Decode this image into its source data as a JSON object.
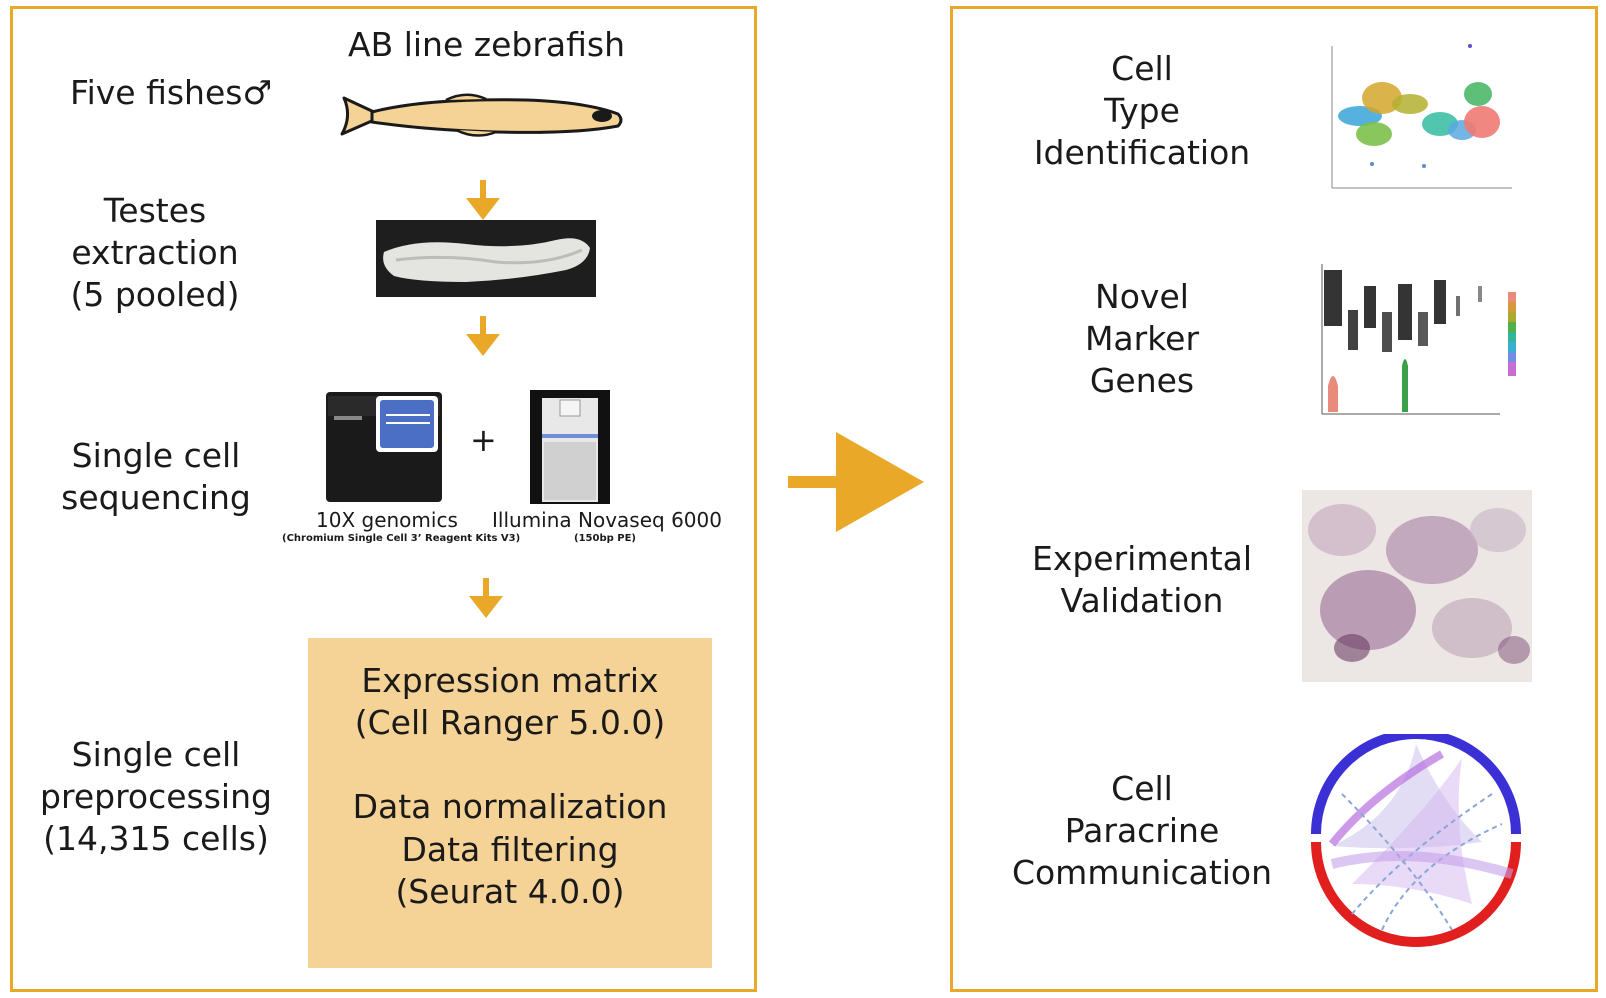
{
  "left": {
    "fish_label": "Five fishes♂",
    "fish_title": "AB line zebrafish",
    "testes_label": [
      "Testes",
      "extraction",
      "(5 pooled)"
    ],
    "sequencing_label": [
      "Single cell",
      "sequencing"
    ],
    "plus": "+",
    "instrument_1": {
      "name": "10X genomics",
      "detail": "(Chromium Single Cell 3’ Reagent Kits V3)"
    },
    "instrument_2": {
      "name": "Illumina Novaseq 6000",
      "detail": "(150bp PE)"
    },
    "preprocessing_label": [
      "Single cell",
      "preprocessing",
      "(14,315 cells)"
    ],
    "box_lines": [
      "Expression matrix",
      "(Cell Ranger 5.0.0)",
      "",
      "Data normalization",
      "Data filtering",
      "(Seurat 4.0.0)"
    ]
  },
  "right": {
    "step_1": [
      "Cell",
      "Type",
      "Identification"
    ],
    "step_2": [
      "Novel",
      "Marker",
      "Genes"
    ],
    "step_3": [
      "Experimental",
      "Validation"
    ],
    "step_4": [
      "Cell",
      "Paracrine",
      "Communication"
    ]
  },
  "colors": {
    "accent": "#e9a828",
    "box_fill": "#f5d295",
    "fish_body": "#f5d295",
    "fish_outline": "#1a1a1a"
  }
}
